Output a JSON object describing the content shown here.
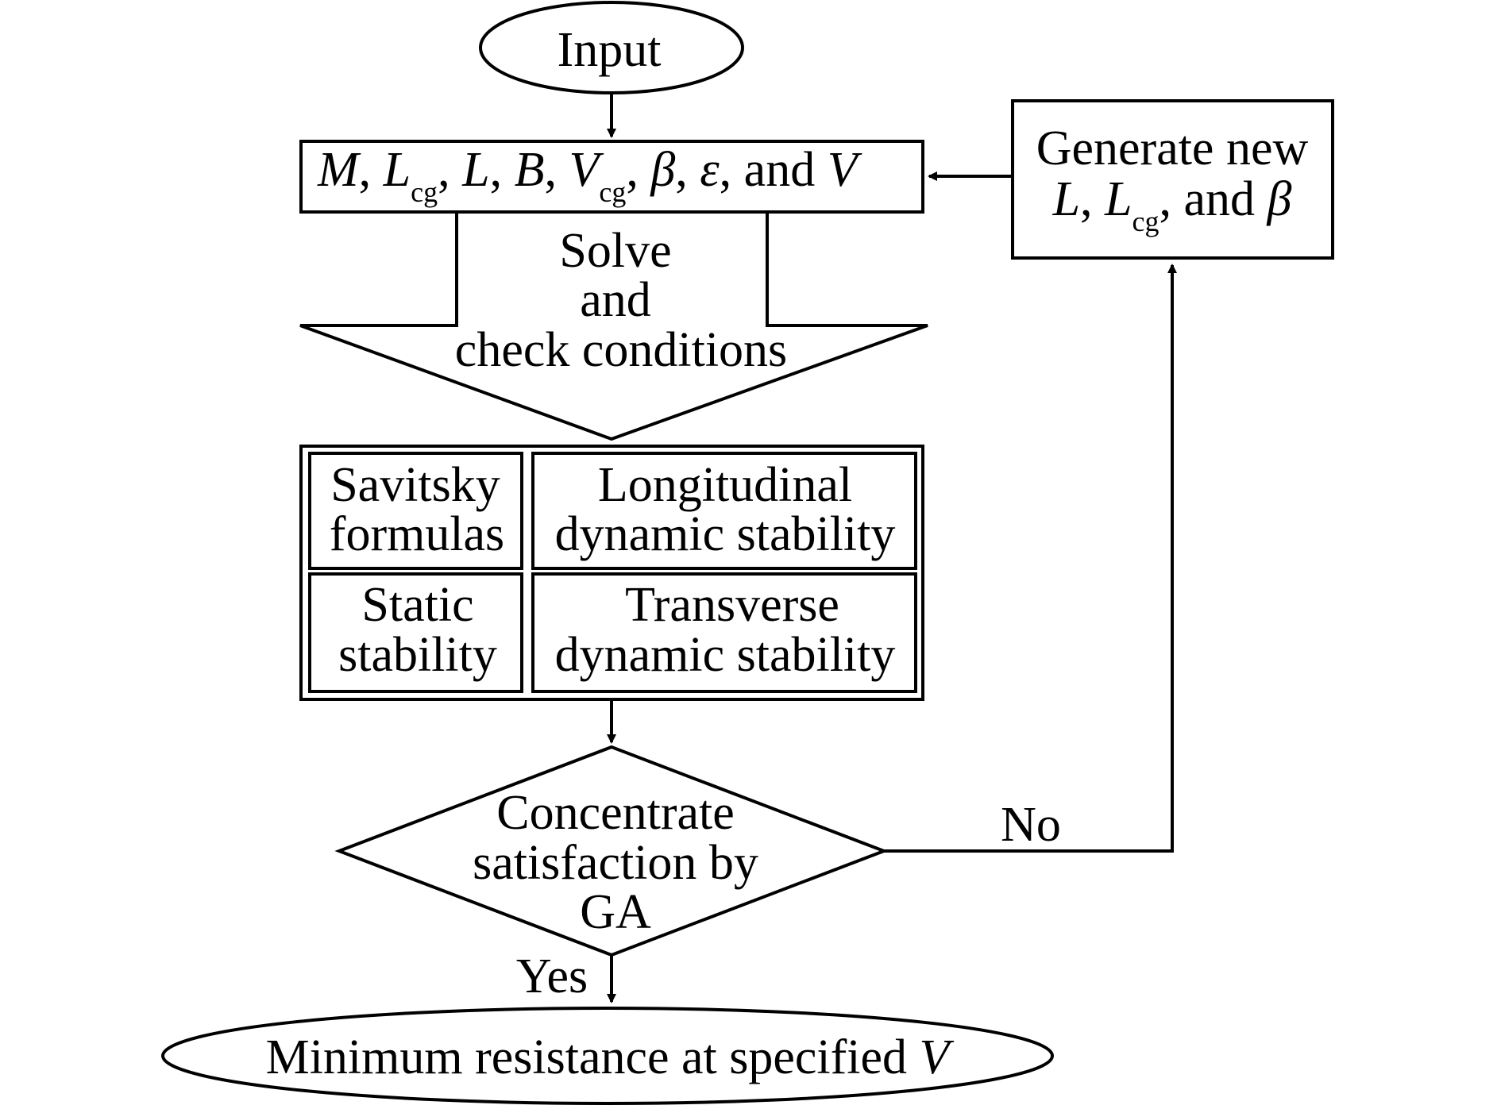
{
  "nodes": {
    "input": {
      "label": "Input"
    },
    "params": {
      "parts": [
        "M",
        ", ",
        "L",
        "cg",
        ", ",
        "L",
        ", ",
        "B",
        ", ",
        "V",
        "cg",
        ", ",
        "β",
        ", ",
        "ε",
        ", and ",
        "V"
      ]
    },
    "solve": {
      "lines": [
        "Solve",
        "and",
        "check conditions"
      ]
    },
    "cells": {
      "savitsky": [
        "Savitsky",
        "formulas"
      ],
      "longitudinal": [
        "Longitudinal",
        "dynamic stability"
      ],
      "static": [
        "Static",
        "stability"
      ],
      "transverse": [
        "Transverse",
        "dynamic stability"
      ]
    },
    "decision": {
      "lines": [
        "Concentrate",
        "satisfaction by",
        "GA"
      ]
    },
    "generate": {
      "line1": "Generate new",
      "parts": [
        "L",
        ", ",
        "L",
        "cg",
        ", and ",
        "β"
      ]
    },
    "output": {
      "text": "Minimum resistance at specified ",
      "var": "V"
    }
  },
  "edges": {
    "no": "No",
    "yes": "Yes"
  }
}
